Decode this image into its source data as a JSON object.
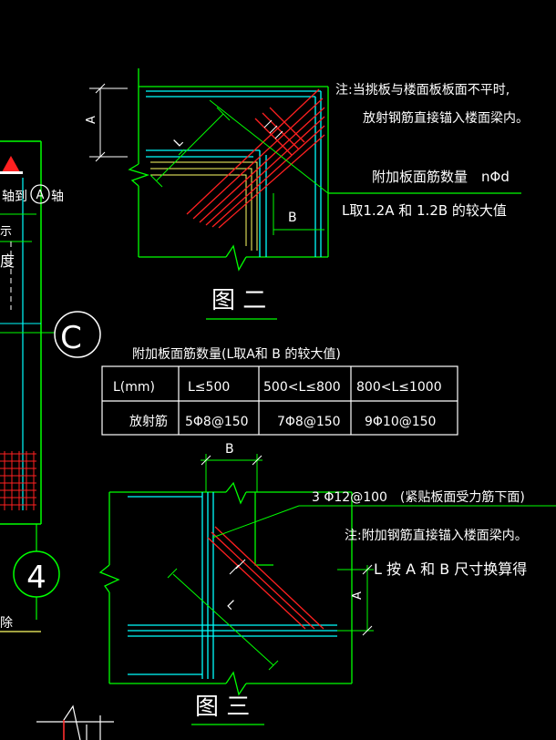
{
  "colors": {
    "background": "#000000",
    "text": "#ffffff",
    "line_green": "#00ff00",
    "line_cyan": "#00ffff",
    "line_red": "#ff2020",
    "line_yellow": "#ffff66"
  },
  "left_strip": {
    "axis_text_1": "轴到",
    "axis_text_2": "轴",
    "axis_bubble": "A",
    "fragment_1": "示",
    "fragment_2": "度",
    "bubble_c": "C",
    "bubble_4": "4",
    "bottom_fragment": "除"
  },
  "figure2": {
    "note_line1": "注:当挑板与楼面板板面不平时,",
    "note_line2": "放射钢筋直接锚入楼面梁内。",
    "rebar_text": "附加板面筋数量　nΦd",
    "rule_text": "L取1.2A 和 1.2B 的较大值",
    "dim_a": "A",
    "dim_b": "B",
    "dim_l": "L",
    "caption": "图 二"
  },
  "table": {
    "title": "附加板面筋数量(L取A和 B 的较大值)",
    "headers": [
      "L(mm)",
      "L≤500",
      "500<L≤800",
      "800<L≤1000"
    ],
    "row_label": "放射筋",
    "row_values": [
      "5Φ8@150",
      "7Φ8@150",
      "9Φ10@150"
    ]
  },
  "figure3": {
    "dim_b": "B",
    "rebar_text": "3 Φ12@100　(紧贴板面受力筋下面)",
    "note": "注:附加钢筋直接锚入楼面梁内。",
    "rule_text": "L 按 A 和 B 尺寸换算得",
    "dim_a": "A",
    "dim_l": "L",
    "caption": "图 三"
  }
}
